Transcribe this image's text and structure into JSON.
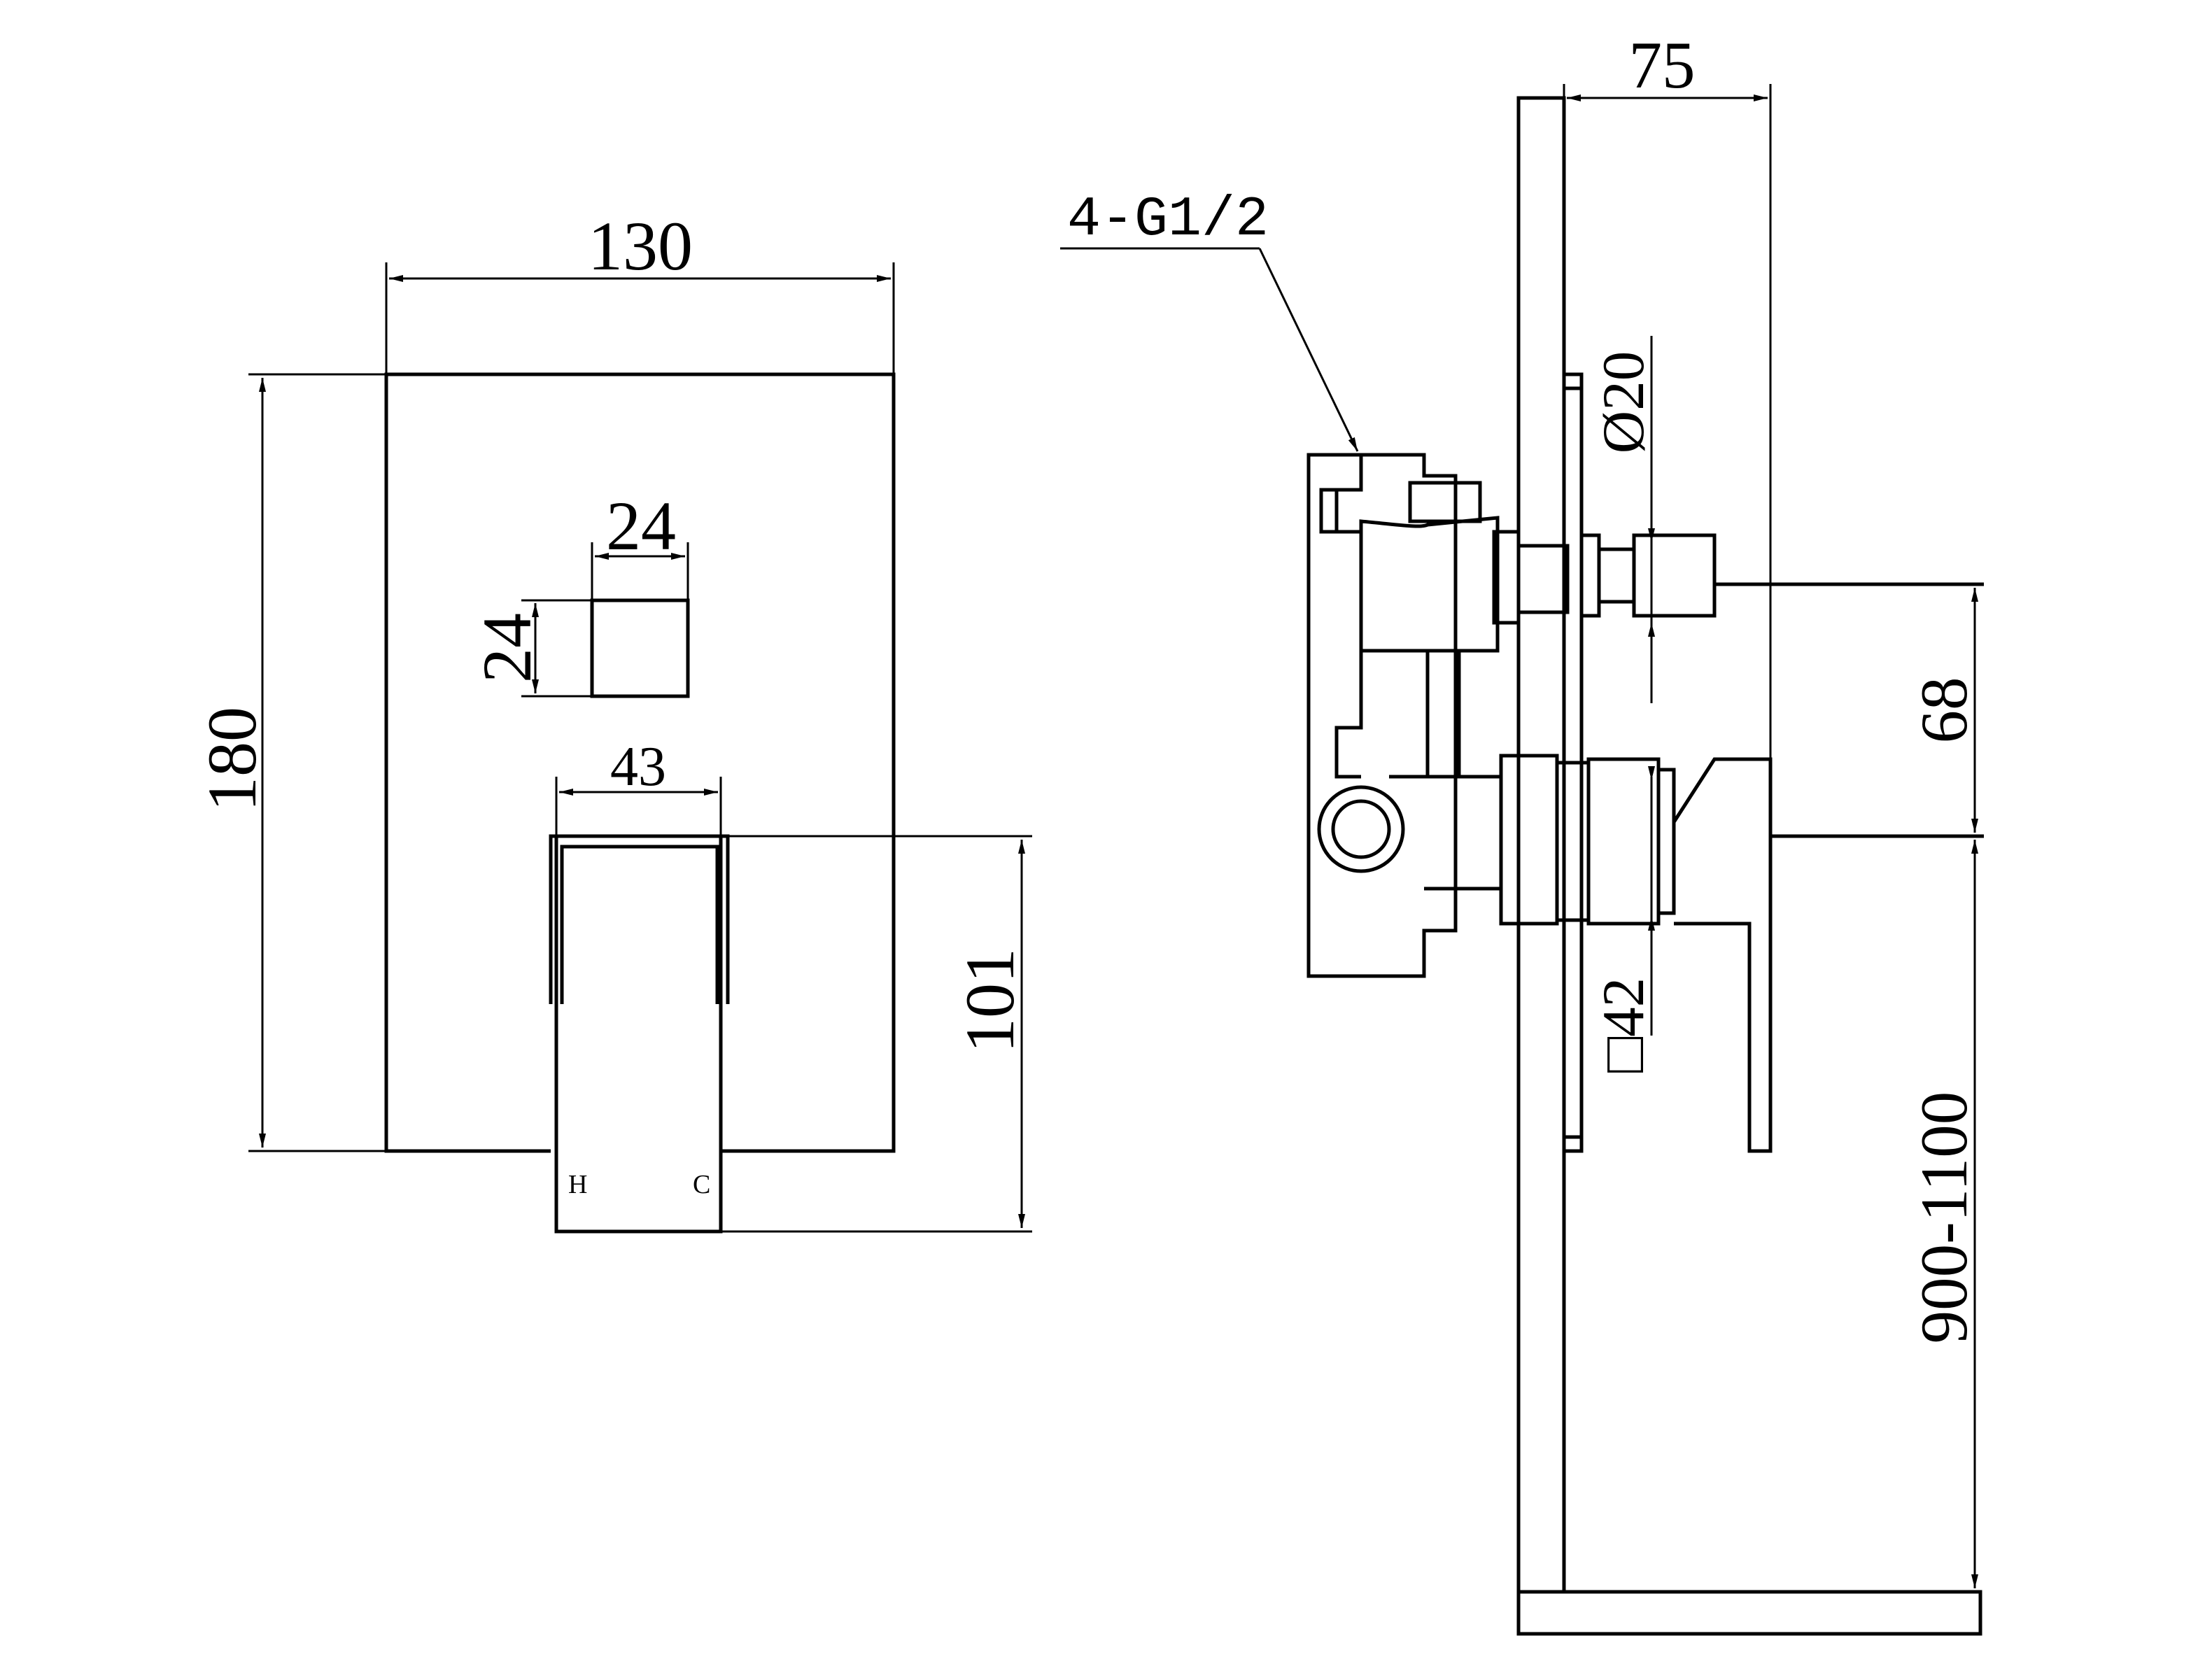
{
  "front_view": {
    "width_label": "130",
    "height_label": "180",
    "window_width_label": "24",
    "window_height_label": "24",
    "handle_width_label": "43",
    "handle_depth_label": "101",
    "hot_label": "H",
    "cold_label": "C"
  },
  "side_view": {
    "thread_label": "4-G1/2",
    "projection_label": "75",
    "diameter_label": "Ø20",
    "square_label": "□42",
    "spacing_label": "68",
    "height_range_label": "900-1100"
  }
}
